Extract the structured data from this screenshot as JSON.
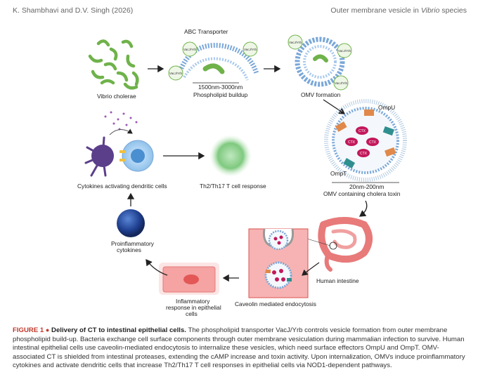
{
  "header": {
    "authors": "K. Shambhavi and D.V. Singh (2026)",
    "title_plain": "Outer membrane vesicle in ",
    "title_italic": "Vibrio",
    "title_tail": " species"
  },
  "diagram": {
    "labels": {
      "vibrio": "Vibrio cholerae",
      "abc": "ABC Transporter",
      "size1": "1500nm-3000nm",
      "phospholipid": "Phospholipid buildup",
      "omv_formation": "OMV formation",
      "ompu": "OmpU",
      "ompt": "OmpT",
      "size2": "20nm-200nm",
      "omv_ct": "OMV containing cholera toxin",
      "intestine": "Human intestine",
      "caveolin": "Caveolin mediated endocytosis",
      "inflammatory_l1": "Inflammatory",
      "inflammatory_l2": "response in epithelial",
      "inflammatory_l3": "cells",
      "proinflam_l1": "Proinflammatory",
      "proinflam_l2": "cytokines",
      "cytokines_dc": "Cytokines activating dendritic cells",
      "th": "Th2/Th17 T cell response",
      "vacj": "VacJ/Yrb",
      "ctx": "CTX"
    },
    "colors": {
      "bacteria": "#6fb24a",
      "vesicle": "#7aa7d8",
      "toxin": "#c2185b",
      "ompu": "#e0894a",
      "ompt": "#2f8f8f",
      "epithelium": "#f3a0a0",
      "tcell": "#7fc97f",
      "cytokine": "#1f3f8f",
      "arrow": "#222222"
    }
  },
  "caption": {
    "figure": "FIGURE 1",
    "dot": "●",
    "title": "Delivery of CT to intestinal epithelial cells.",
    "body": "The phospholipid transporter VacJ/Yrb controls vesicle formation from outer membrane phospholipid build-up. Bacteria exchange cell surface components through outer membrane vesiculation during mammalian infection to survive. Human intestinal epithelial cells use caveolin-mediated endocytosis to internalize these vesicles, which need surface effectors OmpU and OmpT. OMV-associated CT is shielded from intestinal proteases, extending the cAMP increase and toxin activity. Upon internalization, OMVs induce proinflammatory cytokines and activate dendritic cells that increase Th2/Th17 T cell responses in epithelial cells via NOD1-dependent pathways."
  }
}
